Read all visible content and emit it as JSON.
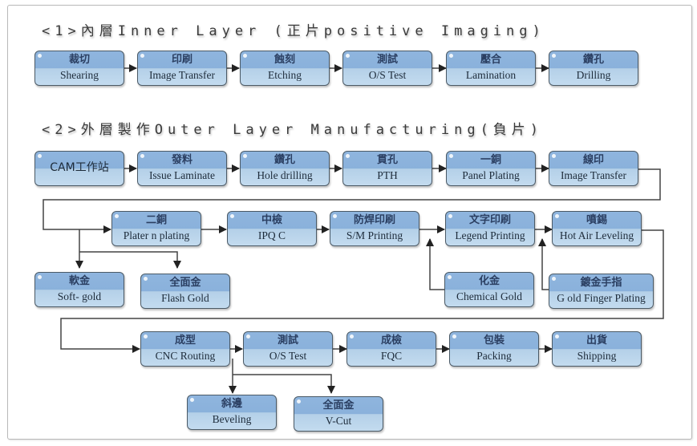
{
  "sections": {
    "inner": {
      "title": "<1>內層Inner Layer (正片positive Imaging)"
    },
    "outer": {
      "title": "<2>外層製作Outer Layer Manufacturing(負片)"
    }
  },
  "inner_flow": [
    {
      "zh": "裁切",
      "en": "Shearing"
    },
    {
      "zh": "印刷",
      "en": "Image Transfer"
    },
    {
      "zh": "蝕刻",
      "en": "Etching"
    },
    {
      "zh": "測試",
      "en": "O/S Test"
    },
    {
      "zh": "壓合",
      "en": "Lamination"
    },
    {
      "zh": "鑽孔",
      "en": "Drilling"
    }
  ],
  "outer_row1": [
    {
      "zh": "CAM工作站",
      "en": ""
    },
    {
      "zh": "發料",
      "en": "Issue Laminate"
    },
    {
      "zh": "鑽孔",
      "en": "Hole drilling"
    },
    {
      "zh": "貫孔",
      "en": "PTH"
    },
    {
      "zh": "一銅",
      "en": "Panel Plating"
    },
    {
      "zh": "線印",
      "en": "Image Transfer"
    }
  ],
  "outer_row2": [
    {
      "zh": "二銅",
      "en": "Plater n plating"
    },
    {
      "zh": "中檢",
      "en": "IPQ C"
    },
    {
      "zh": "防焊印刷",
      "en": "S/M Printing"
    },
    {
      "zh": "文字印刷",
      "en": "Legend Printing"
    },
    {
      "zh": "噴錫",
      "en": "Hot Air Leveling"
    }
  ],
  "outer_row2_branches": [
    {
      "zh": "軟金",
      "en": "Soft- gold"
    },
    {
      "zh": "全面金",
      "en": "Flash Gold"
    },
    {
      "zh": "化金",
      "en": "Chemical Gold"
    },
    {
      "zh": "鍍金手指",
      "en": "G old Finger Plating"
    }
  ],
  "outer_row3": [
    {
      "zh": "成型",
      "en": "CNC Routing"
    },
    {
      "zh": "測試",
      "en": "O/S Test"
    },
    {
      "zh": "成檢",
      "en": "FQC"
    },
    {
      "zh": "包裝",
      "en": "Packing"
    },
    {
      "zh": "出貨",
      "en": "Shipping"
    }
  ],
  "outer_row3_branches": [
    {
      "zh": "斜邊",
      "en": "Beveling"
    },
    {
      "zh": "全面金",
      "en": "V-Cut"
    }
  ]
}
